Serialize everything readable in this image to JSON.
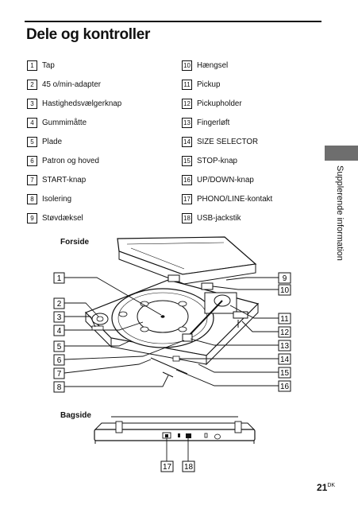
{
  "page": {
    "title": "Dele og kontroller",
    "side_tab_text": "Supplerende information",
    "page_number": "21",
    "page_suffix": "DK"
  },
  "parts_left": [
    {
      "num": "1",
      "label": "Tap"
    },
    {
      "num": "2",
      "label": "45 o/min-adapter"
    },
    {
      "num": "3",
      "label": "Hastighedsvælgerknap"
    },
    {
      "num": "4",
      "label": "Gummimåtte"
    },
    {
      "num": "5",
      "label": "Plade"
    },
    {
      "num": "6",
      "label": "Patron og hoved"
    },
    {
      "num": "7",
      "label": "START-knap"
    },
    {
      "num": "8",
      "label": "Isolering"
    },
    {
      "num": "9",
      "label": "Støvdæksel"
    }
  ],
  "parts_right": [
    {
      "num": "10",
      "label": "Hængsel"
    },
    {
      "num": "11",
      "label": "Pickup"
    },
    {
      "num": "12",
      "label": "Pickupholder"
    },
    {
      "num": "13",
      "label": "Fingerløft"
    },
    {
      "num": "14",
      "label": "SIZE SELECTOR"
    },
    {
      "num": "15",
      "label": "STOP-knap"
    },
    {
      "num": "16",
      "label": "UP/DOWN-knap"
    },
    {
      "num": "17",
      "label": "PHONO/LINE-kontakt"
    },
    {
      "num": "18",
      "label": "USB-jackstik"
    }
  ],
  "diagram": {
    "front_label": "Forside",
    "back_label": "Bagside",
    "front_callouts_left": [
      "1",
      "2",
      "3",
      "4",
      "5",
      "6",
      "7",
      "8"
    ],
    "front_callouts_right": [
      "9",
      "10",
      "11",
      "12",
      "13",
      "14",
      "15",
      "16"
    ],
    "back_callouts": [
      "17",
      "18"
    ]
  }
}
